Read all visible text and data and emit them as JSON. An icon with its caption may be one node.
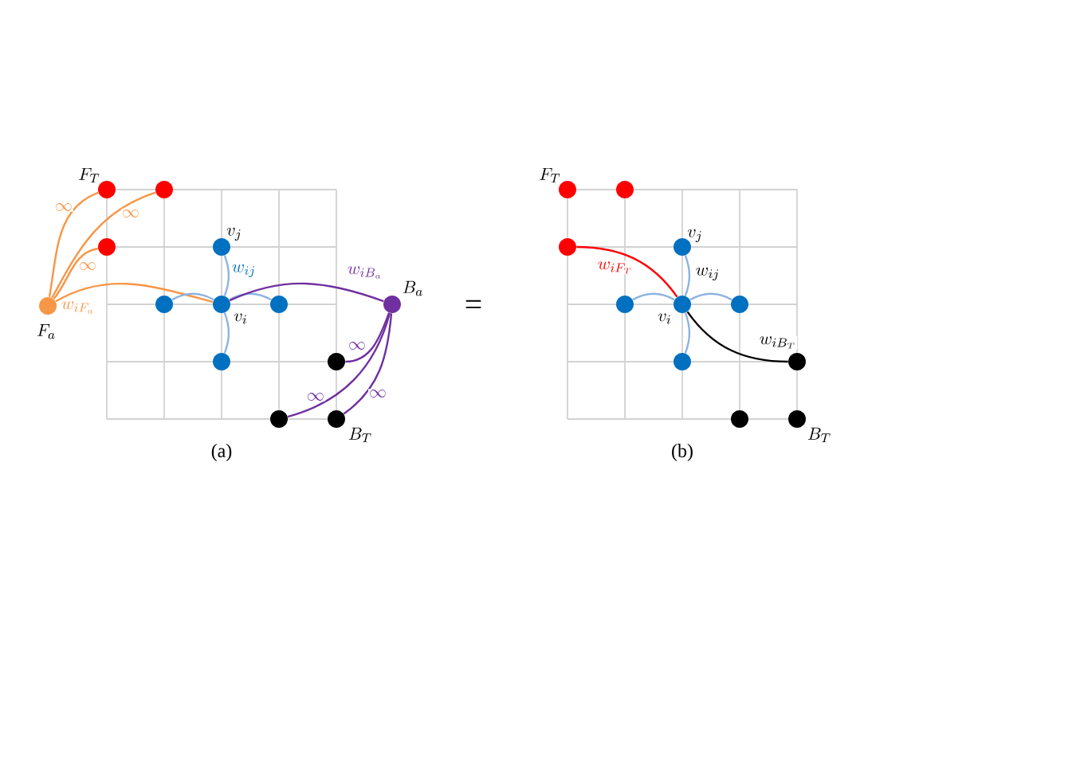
{
  "diagram": {
    "nodes": [
      {
        "text": [],
        "shape": "circle",
        "beside": [
          "F_a"
        ]
      },
      {
        "text": [],
        "shape": "circle",
        "beside": [
          "F_T"
        ]
      },
      {
        "text": [],
        "shape": "circle"
      },
      {
        "text": [],
        "shape": "circle"
      },
      {
        "text": [],
        "shape": "circle",
        "beside": [
          "v_j"
        ]
      },
      {
        "text": [],
        "shape": "circle"
      },
      {
        "text": [],
        "shape": "circle",
        "beside": [
          "v_i"
        ]
      },
      {
        "text": [],
        "shape": "circle"
      },
      {
        "text": [],
        "shape": "circle"
      },
      {
        "text": [],
        "shape": "circle",
        "beside": [
          "B_a"
        ]
      },
      {
        "text": [],
        "shape": "circle"
      },
      {
        "text": [],
        "shape": "circle"
      },
      {
        "text": [],
        "shape": "circle",
        "beside": [
          "B_T"
        ]
      },
      {
        "text": [],
        "shape": "circle",
        "beside": [
          "F_T"
        ]
      },
      {
        "text": [],
        "shape": "circle"
      },
      {
        "text": [],
        "shape": "circle"
      },
      {
        "text": [],
        "shape": "circle",
        "beside": [
          "v_j"
        ]
      },
      {
        "text": [],
        "shape": "circle"
      },
      {
        "text": [],
        "shape": "circle",
        "beside": [
          "v_i"
        ]
      },
      {
        "text": [],
        "shape": "circle"
      },
      {
        "text": [],
        "shape": "circle"
      },
      {
        "text": [],
        "shape": "circle"
      },
      {
        "text": [],
        "shape": "circle"
      },
      {
        "text": [],
        "shape": "circle",
        "beside": [
          "B_T"
        ]
      }
    ],
    "edges": [
      {
        "from": 0,
        "to": 1,
        "arrow": "none",
        "label": "\\infty",
        "color": "#f79646"
      },
      {
        "from": 0,
        "to": 2,
        "arrow": "none",
        "label": "\\infty",
        "color": "#f79646"
      },
      {
        "from": 0,
        "to": 3,
        "arrow": "none",
        "label": "\\infty",
        "color": "#f79646"
      },
      {
        "from": 0,
        "to": 6,
        "arrow": "none",
        "label": "w_{iF_a}",
        "color": "#f79646"
      },
      {
        "from": 6,
        "to": 4,
        "arrow": "none",
        "label": "w_{ij}",
        "color": "#8db3e2"
      },
      {
        "from": 6,
        "to": 5,
        "arrow": "none",
        "color": "#8db3e2"
      },
      {
        "from": 6,
        "to": 7,
        "arrow": "none",
        "color": "#8db3e2"
      },
      {
        "from": 6,
        "to": 8,
        "arrow": "none",
        "color": "#8db3e2"
      },
      {
        "from": 6,
        "to": 9,
        "arrow": "none",
        "label": "w_{iB_a}",
        "color": "#7030a0"
      },
      {
        "from": 9,
        "to": 10,
        "arrow": "none",
        "label": "\\infty",
        "color": "#7030a0"
      },
      {
        "from": 9,
        "to": 11,
        "arrow": "none",
        "label": "\\infty",
        "color": "#7030a0"
      },
      {
        "from": 9,
        "to": 12,
        "arrow": "none",
        "label": "\\infty",
        "color": "#7030a0"
      },
      {
        "from": 15,
        "to": 18,
        "arrow": "none",
        "label": "w_{iF_T}",
        "color": "#ff0000"
      },
      {
        "from": 18,
        "to": 16,
        "arrow": "none",
        "label": "w_{ij}",
        "color": "#8db3e2"
      },
      {
        "from": 18,
        "to": 17,
        "arrow": "none",
        "color": "#8db3e2"
      },
      {
        "from": 18,
        "to": 19,
        "arrow": "none",
        "color": "#8db3e2"
      },
      {
        "from": 18,
        "to": 20,
        "arrow": "none",
        "color": "#8db3e2"
      },
      {
        "from": 18,
        "to": 21,
        "arrow": "none",
        "label": "w_{iB_T}",
        "color": "#000000"
      }
    ],
    "labels": [
      "(a)",
      "=",
      "(b)"
    ]
  }
}
